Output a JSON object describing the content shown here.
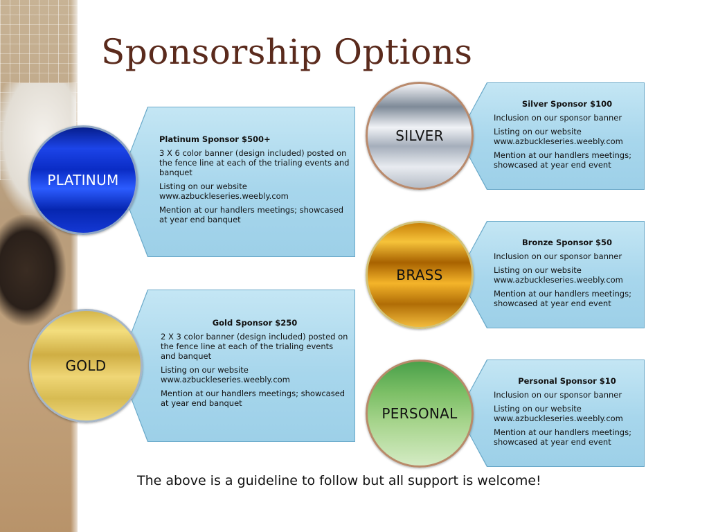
{
  "slide": {
    "title": "Sponsorship Options",
    "footer": "The above is a guideline to follow but all support is welcome!"
  },
  "tiers": {
    "platinum": {
      "badge": "PLATINUM",
      "heading": "Platinum Sponsor $500+",
      "lines": [
        "3 X 6 color banner (design included) posted on the fence line at each of the trialing events and banquet",
        "Listing on our website www.azbuckleseries.weebly.com",
        "Mention at our handlers meetings; showcased at year end banquet"
      ]
    },
    "gold": {
      "badge": "GOLD",
      "heading": "Gold Sponsor $250",
      "lines": [
        "2 X 3 color banner (design included) posted on the fence line at each of the trialing events and banquet",
        "Listing on our website www.azbuckleseries.weebly.com",
        "Mention at our handlers meetings; showcased at year end banquet"
      ]
    },
    "silver": {
      "badge": "SILVER",
      "heading": "Silver Sponsor $100",
      "lines": [
        "Inclusion on our sponsor banner",
        "Listing on our website www.azbuckleseries.weebly.com",
        "Mention at our handlers meetings; showcased at year end event"
      ]
    },
    "brass": {
      "badge": "BRASS",
      "heading": "Bronze Sponsor $50",
      "lines": [
        "Inclusion on our sponsor banner",
        "Listing on our website www.azbuckleseries.weebly.com",
        "Mention at our handlers meetings; showcased at year end event"
      ]
    },
    "personal": {
      "badge": "PERSONAL",
      "heading": "Personal Sponsor $10",
      "lines": [
        "Inclusion on our sponsor banner",
        "Listing on our website www.azbuckleseries.weebly.com",
        "Mention at our handlers meetings; showcased at year end event"
      ]
    }
  }
}
